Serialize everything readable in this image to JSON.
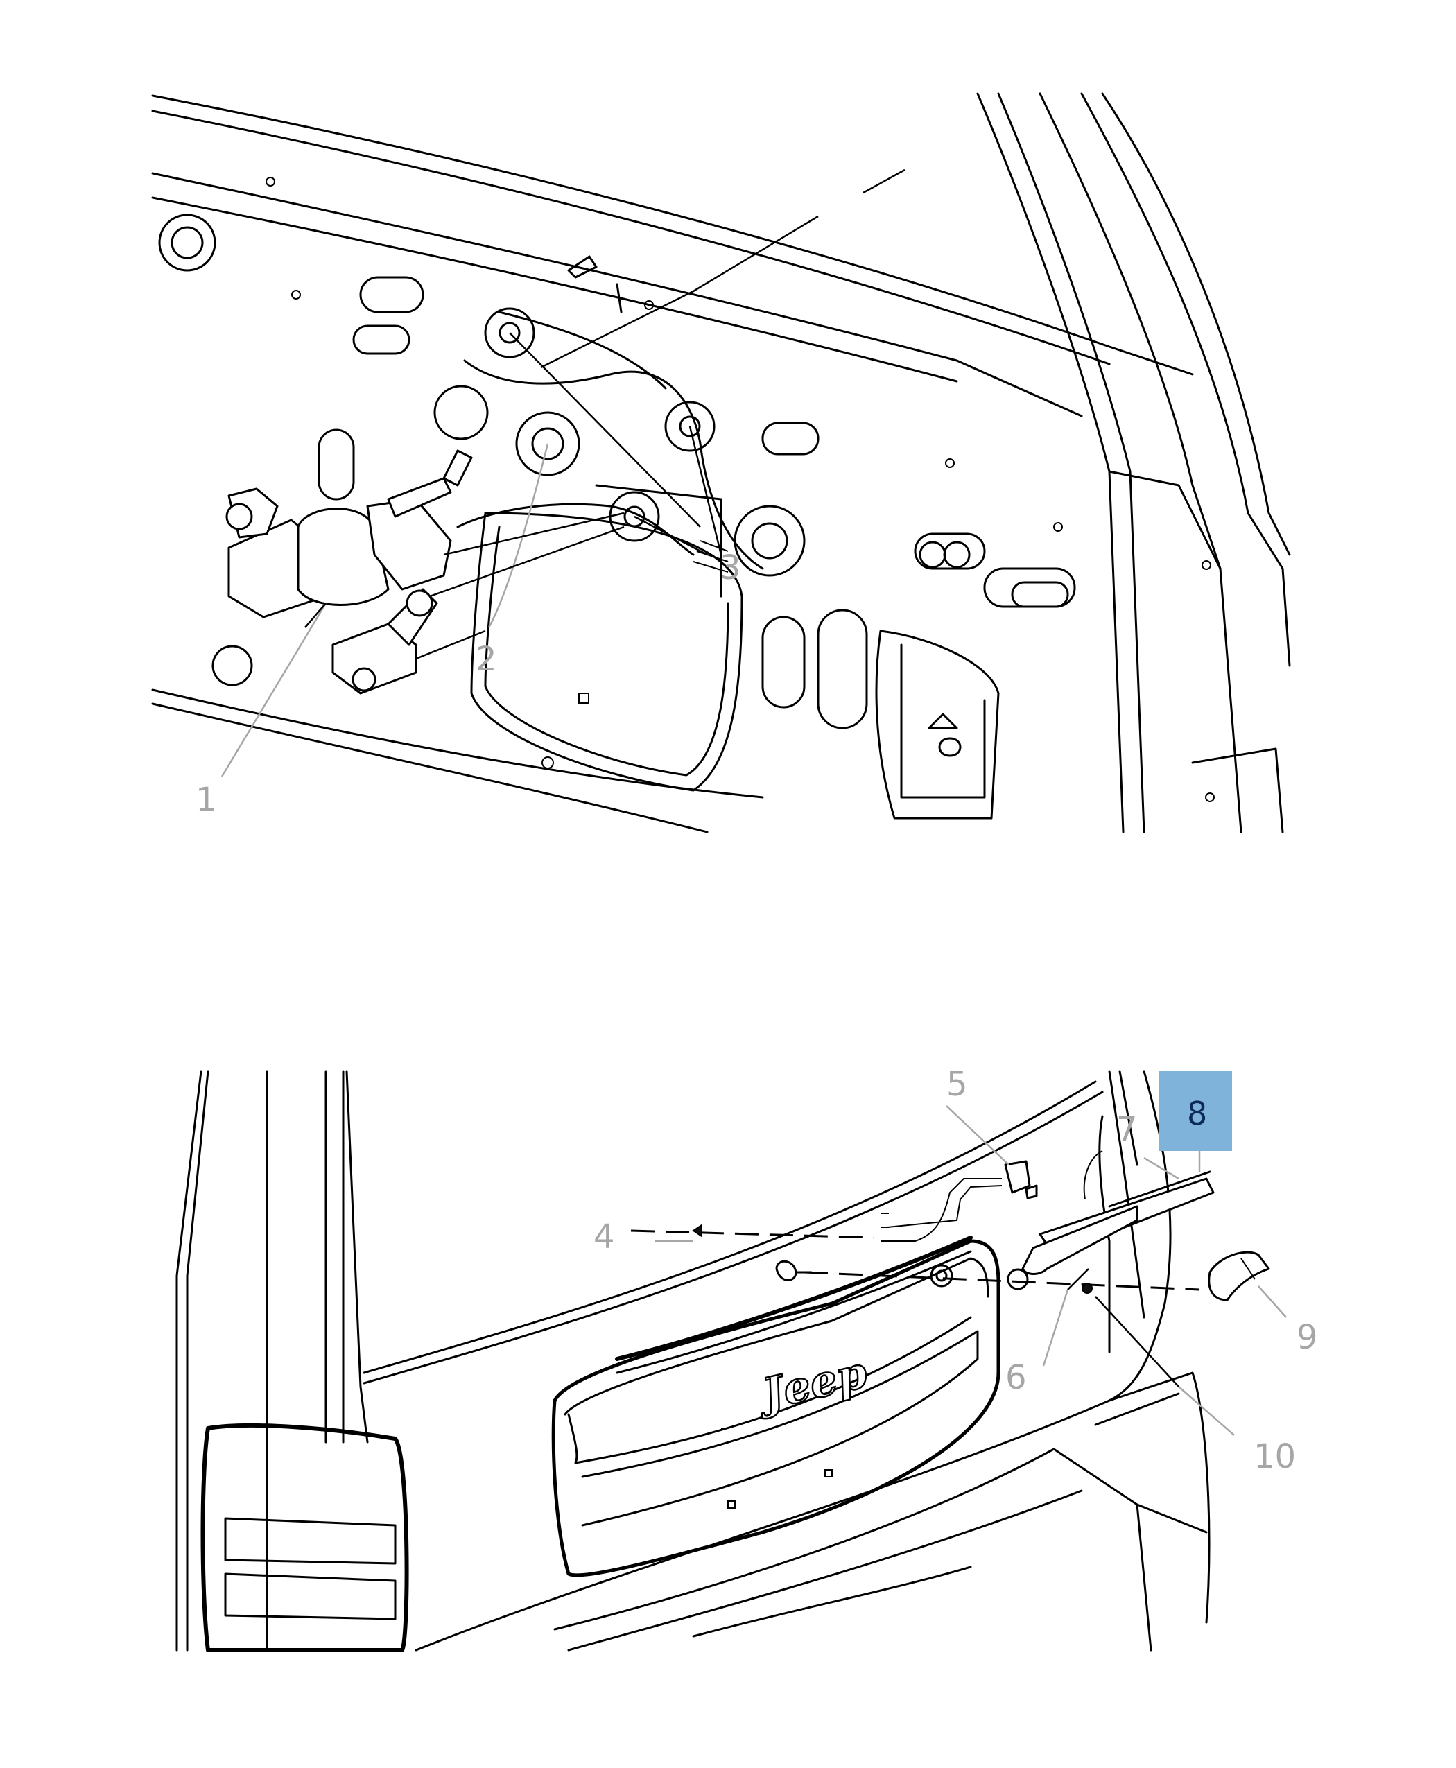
{
  "callouts": {
    "c1": "1",
    "c2": "2",
    "c3": "3",
    "c4": "4",
    "c5": "5",
    "c6": "6",
    "c7": "7",
    "c8": "8",
    "c9": "9",
    "c10": "10"
  },
  "emblem": "Jeep",
  "colors": {
    "callout_text": "#a6a6a6",
    "highlight_box": "#7fb3da",
    "highlight_text": "#0d2a5c",
    "lines": "#000000"
  }
}
